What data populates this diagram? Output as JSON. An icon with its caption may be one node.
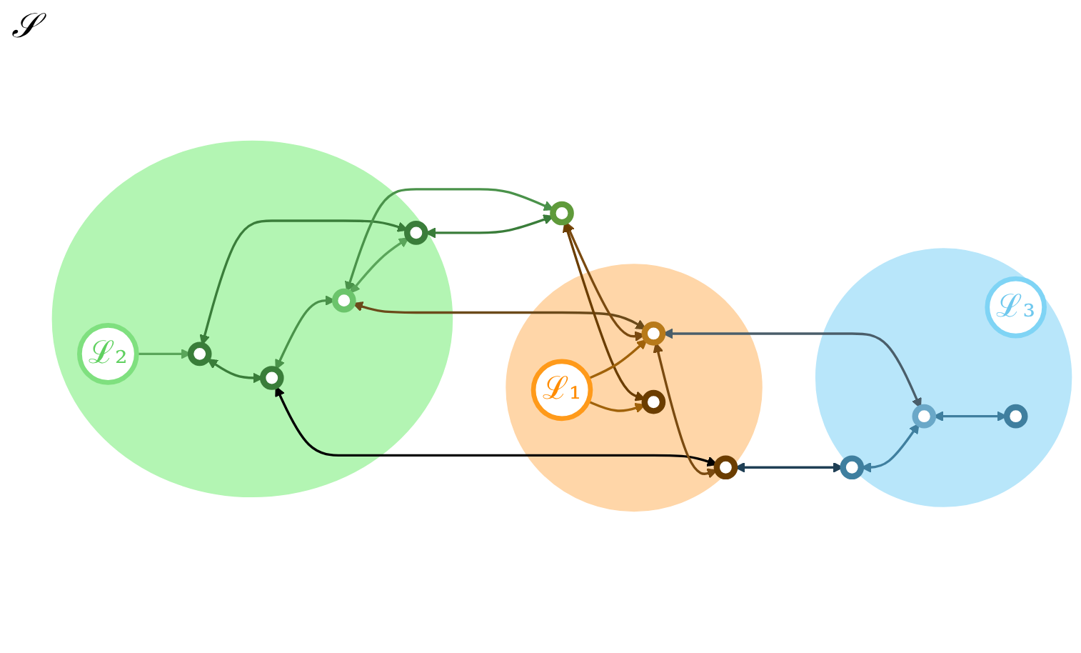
{
  "diagram": {
    "nodes": [
      {
        "text": [],
        "shape": "circle"
      },
      {
        "text": [
          "ℒ₂"
        ],
        "in": 0
      },
      {
        "text": [],
        "shape": "circle",
        "in": 0
      },
      {
        "text": [],
        "shape": "circle",
        "in": 0
      },
      {
        "text": [],
        "shape": "circle",
        "in": 0
      },
      {
        "text": [],
        "shape": "circle",
        "in": 0
      },
      {
        "text": [],
        "shape": "circle"
      },
      {
        "text": [],
        "shape": "circle"
      },
      {
        "text": [
          "ℒ₁"
        ],
        "in": 7
      },
      {
        "text": [],
        "shape": "circle",
        "in": 7
      },
      {
        "text": [],
        "shape": "circle",
        "in": 7
      },
      {
        "text": [],
        "shape": "circle",
        "in": 7
      },
      {
        "text": [],
        "shape": "circle"
      },
      {
        "text": [
          "ℒ₃"
        ],
        "in": 12
      },
      {
        "text": [],
        "shape": "circle",
        "in": 12
      },
      {
        "text": [],
        "shape": "circle",
        "in": 12
      },
      {
        "text": [],
        "shape": "circle",
        "in": 12
      }
    ],
    "edges": [
      {
        "from": 2,
        "to": 3,
        "arrow": "both",
        "color": "#3a7d3a"
      },
      {
        "from": 1,
        "to": 2,
        "arrow": "to",
        "color": "#5aa55a"
      },
      {
        "from": 2,
        "to": 5,
        "arrow": "both",
        "color": "#3a7d3a"
      },
      {
        "from": 3,
        "to": 4,
        "arrow": "both",
        "color": "#4a924a"
      },
      {
        "from": 4,
        "to": 5,
        "arrow": "both",
        "color": "#5aa55a"
      },
      {
        "from": 4,
        "to": 6,
        "arrow": "both",
        "color": "#4a924a"
      },
      {
        "from": 5,
        "to": 6,
        "arrow": "both",
        "color": "#3a7d3a"
      },
      {
        "from": 3,
        "to": 10,
        "arrow": "both",
        "color": "#000000"
      },
      {
        "from": 4,
        "to": 9,
        "arrow": "both",
        "color": "#6b4a1a"
      },
      {
        "from": 6,
        "to": 9,
        "arrow": "both",
        "color": "#7a4a10"
      },
      {
        "from": 6,
        "to": 11,
        "arrow": "both",
        "color": "#6b3d00"
      },
      {
        "from": 9,
        "to": 10,
        "arrow": "both",
        "color": "#7a4a10"
      },
      {
        "from": 8,
        "to": 11,
        "arrow": "to",
        "color": "#a0620a"
      },
      {
        "from": 8,
        "to": 9,
        "arrow": "to",
        "color": "#a0620a"
      },
      {
        "from": 9,
        "to": 15,
        "arrow": "both",
        "color": "#4a5e6a"
      },
      {
        "from": 10,
        "to": 14,
        "arrow": "both",
        "color": "#1f3f55"
      },
      {
        "from": 14,
        "to": 15,
        "arrow": "both",
        "color": "#3f7f9f"
      },
      {
        "from": 15,
        "to": 16,
        "arrow": "both",
        "color": "#3f7f9f"
      }
    ],
    "labels": [
      "𝒮"
    ]
  }
}
